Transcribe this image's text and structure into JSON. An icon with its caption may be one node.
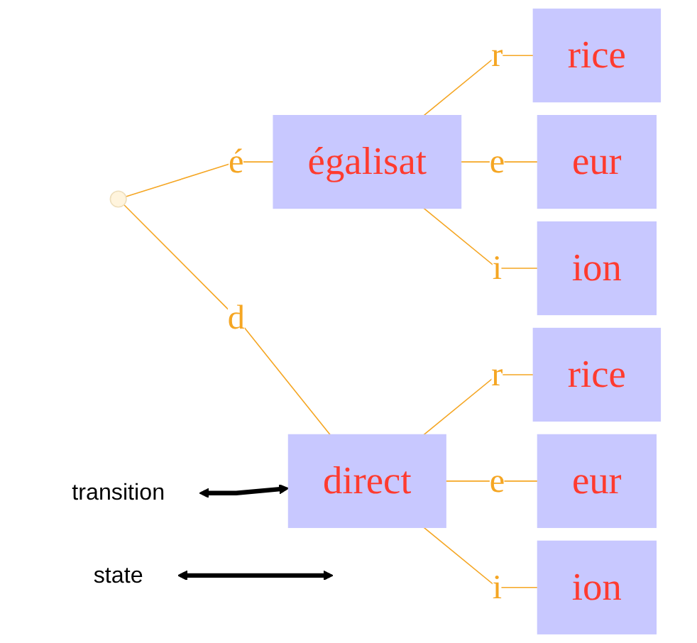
{
  "diagram": {
    "nodes": [
      {
        "text": [],
        "shape": "point"
      },
      {
        "text": [
          "égalisat"
        ]
      },
      {
        "text": [
          "direct"
        ]
      },
      {
        "text": [
          "rice"
        ]
      },
      {
        "text": [
          "eur"
        ]
      },
      {
        "text": [
          "ion"
        ]
      },
      {
        "text": [
          "rice"
        ]
      },
      {
        "text": [
          "eur"
        ]
      },
      {
        "text": [
          "ion"
        ]
      },
      {
        "text": [
          "transition"
        ]
      },
      {
        "text": [
          "state"
        ]
      }
    ],
    "edges": [
      {
        "from": 0,
        "to": 1,
        "arrow": "none",
        "label": "é"
      },
      {
        "from": 0,
        "to": 2,
        "arrow": "none",
        "label": "d"
      },
      {
        "from": 1,
        "to": 3,
        "arrow": "none",
        "label": "r"
      },
      {
        "from": 1,
        "to": 4,
        "arrow": "none",
        "label": "e"
      },
      {
        "from": 1,
        "to": 5,
        "arrow": "none",
        "label": "i"
      },
      {
        "from": 2,
        "to": 6,
        "arrow": "none",
        "label": "r"
      },
      {
        "from": 2,
        "to": 7,
        "arrow": "none",
        "label": "e"
      },
      {
        "from": 2,
        "to": 8,
        "arrow": "none",
        "label": "i"
      },
      {
        "from": 9,
        "to": 2,
        "arrow": "both",
        "style": "thick",
        "color": "#000000"
      },
      {
        "from": 10,
        "to": null,
        "arrow": "both",
        "style": "thick",
        "color": "#000000"
      }
    ]
  }
}
